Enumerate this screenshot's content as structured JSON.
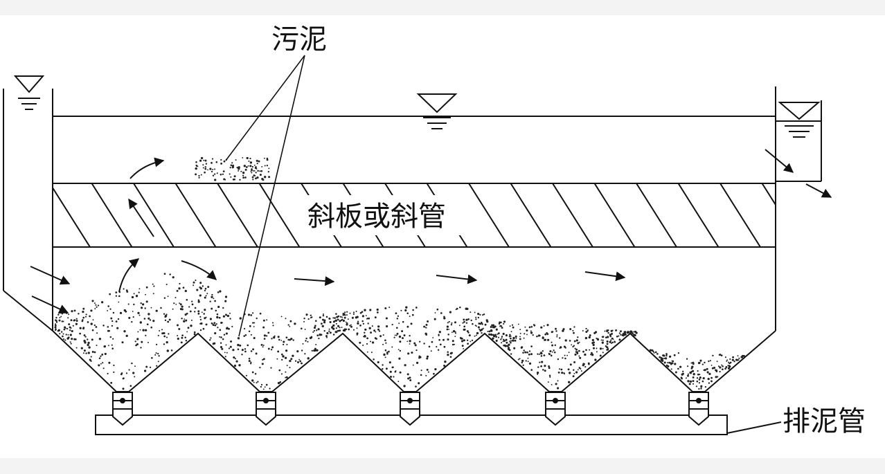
{
  "labels": {
    "sludge": "污泥",
    "inclined_plates": "斜板或斜管",
    "sludge_pipe": "排泥管"
  },
  "colors": {
    "ink": "#111111",
    "background": "#ffffff",
    "frame": "#f3f3f3"
  },
  "hopper_count": 5
}
